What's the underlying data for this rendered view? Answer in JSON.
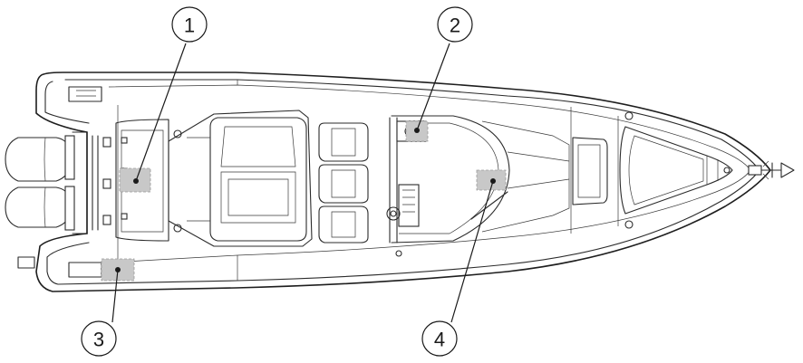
{
  "callouts": [
    {
      "id": "1",
      "label": "1"
    },
    {
      "id": "2",
      "label": "2"
    },
    {
      "id": "3",
      "label": "3"
    },
    {
      "id": "4",
      "label": "4"
    }
  ],
  "colors": {
    "line": "#2b2b2b",
    "zone_fill": "#c8c8c8",
    "background": "#ffffff"
  }
}
